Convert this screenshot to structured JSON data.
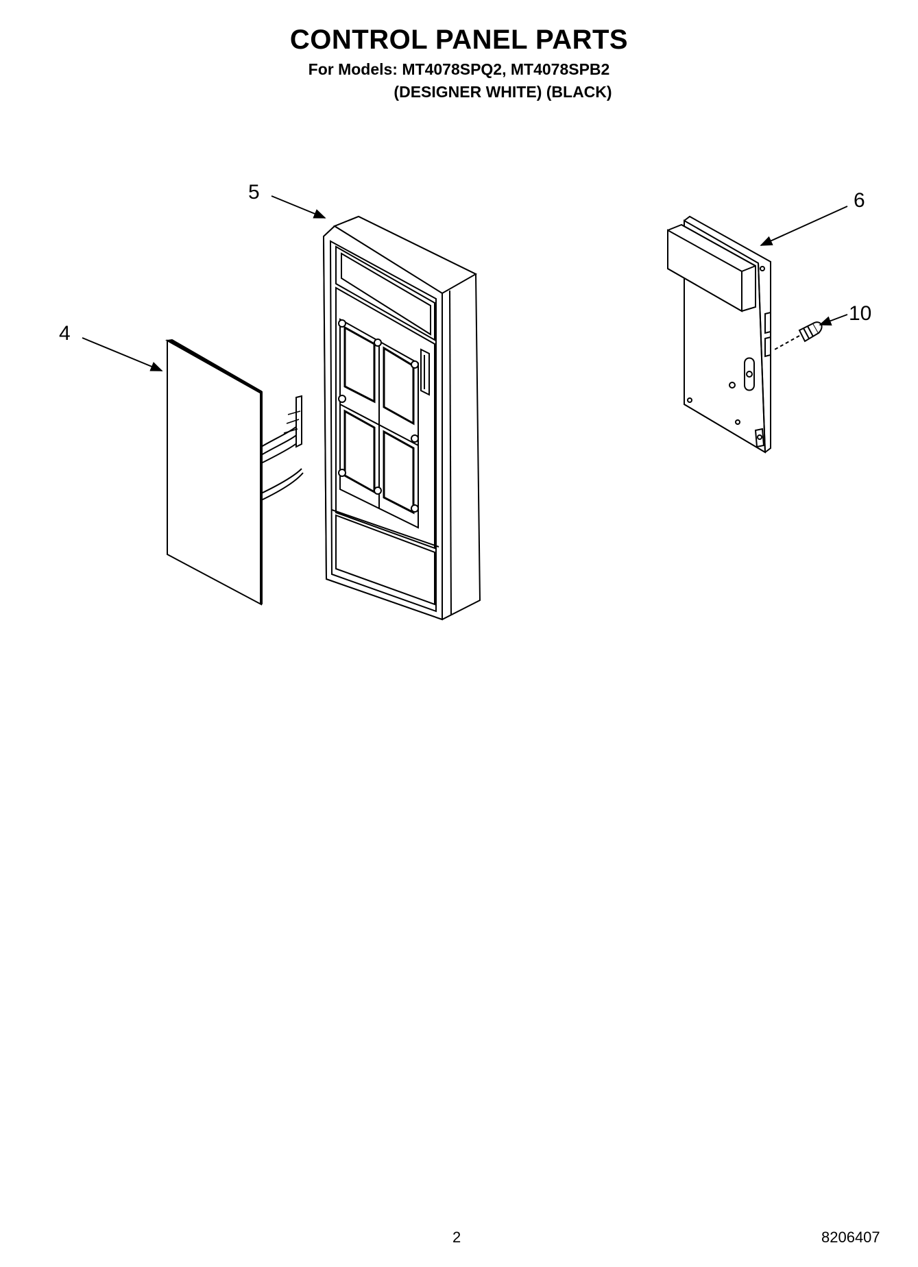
{
  "header": {
    "title": "CONTROL PANEL PARTS",
    "models": "For Models: MT4078SPQ2, MT4078SPB2",
    "variants": "(DESIGNER WHITE) (BLACK)"
  },
  "callouts": {
    "part_4": "4",
    "part_5": "5",
    "part_6": "6",
    "part_10": "10"
  },
  "footer": {
    "page_number": "2",
    "document_number": "8206407"
  }
}
